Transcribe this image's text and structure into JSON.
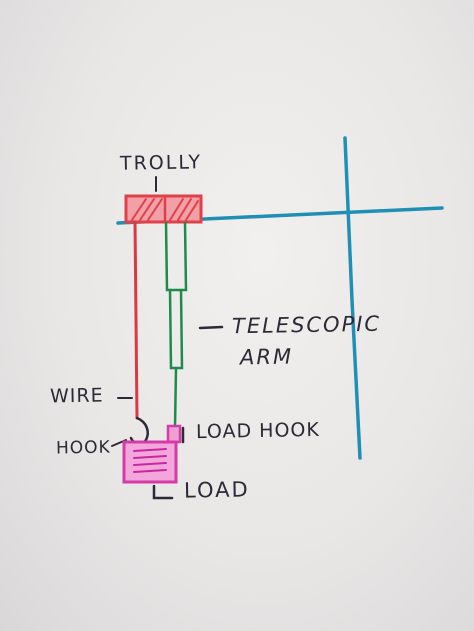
{
  "labels": {
    "trolly": "TROLLY",
    "telescopic_line1": "TELESCOPIC",
    "telescopic_line2": "ARM",
    "wire": "WIRE",
    "hook": "HOOK",
    "load_hook": "LOAD HOOK",
    "load": "LOAD"
  },
  "colors": {
    "paper": "#ebe9e8",
    "ink": "#2b2b38",
    "trolley_red": "#e0404a",
    "wire_red": "#d83a44",
    "arm_green": "#1f8a4a",
    "crane_blue": "#1f8fb5",
    "load_magenta": "#d63aa8"
  }
}
